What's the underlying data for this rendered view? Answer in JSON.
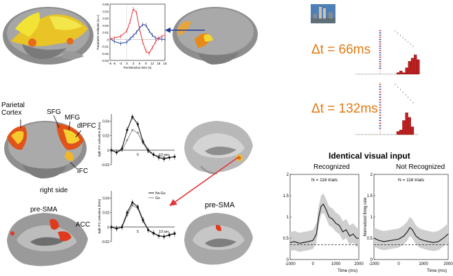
{
  "top_plot": {
    "ylabel": "Parameter estimate (a.u.)",
    "xlabel": "Peristimulus time (s)",
    "yticks": [
      "0.05",
      "0.04",
      "0.03",
      "0.02",
      "0.01",
      "0",
      "-0.01",
      "-0.02",
      "-0.03"
    ],
    "xticks": [
      "-8",
      "-6",
      "-3",
      "0",
      "3",
      "6",
      "9",
      "12",
      "15",
      "18"
    ],
    "red_series": [
      [
        -8,
        0.001
      ],
      [
        -6,
        0.002
      ],
      [
        -3,
        0.004
      ],
      [
        0,
        0.012
      ],
      [
        1.5,
        0.025
      ],
      [
        3,
        0.043
      ],
      [
        4.5,
        0.038
      ],
      [
        6,
        0.014
      ],
      [
        7.5,
        -0.004
      ],
      [
        9,
        -0.017
      ],
      [
        10.5,
        -0.02
      ],
      [
        12,
        -0.012
      ],
      [
        13.5,
        -0.004
      ],
      [
        15,
        0.002
      ],
      [
        16.5,
        0.004
      ],
      [
        18,
        0.006
      ]
    ],
    "blue_series": [
      [
        -8,
        0.001
      ],
      [
        -6,
        -0.003
      ],
      [
        -3,
        -0.006
      ],
      [
        0,
        -0.004
      ],
      [
        1.5,
        0.001
      ],
      [
        3,
        0.005
      ],
      [
        4.5,
        0.01
      ],
      [
        6,
        0.016
      ],
      [
        7.5,
        0.021
      ],
      [
        9,
        0.02
      ],
      [
        10.5,
        0.012
      ],
      [
        12,
        0.006
      ],
      [
        13.5,
        0.002
      ],
      [
        15,
        0.001
      ],
      [
        16.5,
        0.0
      ],
      [
        18,
        0.0
      ]
    ],
    "colors": {
      "red": "#e0363b",
      "blue": "#1f3a9a"
    }
  },
  "left_brain_labels": {
    "parietal": "Parietal\nCortex",
    "sfg": "SFG",
    "mfg": "MFG",
    "dlpfc": "dlPFC",
    "ifc": "IFC",
    "right_side": "right side",
    "presma": "pre-SMA",
    "acc": "ACC",
    "presma2": "pre-SMA"
  },
  "mid_plots": {
    "ylabel": "right IFC activation (beta)",
    "yticks": [
      "0.04",
      "0.02",
      "0",
      "-0.02"
    ],
    "xticks": [
      "5",
      "10 sec"
    ],
    "legend": [
      "No-Go",
      "Go"
    ],
    "nogo_top": [
      0,
      -0.003,
      0.002,
      0.028,
      0.046,
      0.036,
      0.012,
      0.0,
      -0.006,
      -0.01,
      -0.012,
      -0.01,
      -0.009
    ],
    "go_top": [
      0,
      -0.003,
      0.0,
      0.014,
      0.028,
      0.024,
      0.01,
      -0.002,
      -0.006,
      -0.008,
      -0.01,
      -0.01,
      -0.009
    ],
    "nogo_bottom": [
      0,
      -0.002,
      0.0,
      0.02,
      0.034,
      0.028,
      0.01,
      -0.004,
      -0.008,
      -0.012,
      -0.013,
      -0.011,
      -0.009
    ],
    "go_bottom": [
      0,
      -0.002,
      0.0,
      0.016,
      0.03,
      0.026,
      0.008,
      -0.004,
      -0.009,
      -0.012,
      -0.013,
      -0.01,
      -0.008
    ]
  },
  "raster": {
    "dt1": "Δt = 66ms",
    "dt2": "Δt = 132ms",
    "hist1": [
      1,
      2,
      1,
      4,
      8,
      10,
      12,
      9
    ],
    "hist2": [
      2,
      3,
      9,
      14,
      11,
      5
    ]
  },
  "firing": {
    "title": "Identical visual input",
    "left_title": "Recognized",
    "right_title": "Not Recognized",
    "n_left": "N = 116 trials",
    "n_right": "N = 116 trials",
    "ylabel": "Normalized firing rate",
    "yticks": [
      "2",
      "1.5",
      "1",
      "0.5",
      "0"
    ],
    "xticks": [
      "-1000",
      "0",
      "1000",
      "2000"
    ],
    "xlabel": "Time (ms)",
    "recognized": [
      [
        -1000,
        0.4
      ],
      [
        -800,
        0.42
      ],
      [
        -600,
        0.38
      ],
      [
        -400,
        0.4
      ],
      [
        -200,
        0.42
      ],
      [
        0,
        0.45
      ],
      [
        150,
        0.6
      ],
      [
        250,
        1.0
      ],
      [
        350,
        1.25
      ],
      [
        450,
        1.3
      ],
      [
        550,
        1.2
      ],
      [
        700,
        1.0
      ],
      [
        850,
        0.95
      ],
      [
        1000,
        0.85
      ],
      [
        1150,
        0.8
      ],
      [
        1300,
        0.65
      ],
      [
        1450,
        0.7
      ],
      [
        1600,
        0.55
      ],
      [
        1750,
        0.6
      ],
      [
        1900,
        0.5
      ],
      [
        2000,
        0.5
      ]
    ],
    "not_recognized": [
      [
        -1000,
        0.5
      ],
      [
        -800,
        0.45
      ],
      [
        -600,
        0.42
      ],
      [
        -400,
        0.44
      ],
      [
        -200,
        0.46
      ],
      [
        0,
        0.48
      ],
      [
        200,
        0.55
      ],
      [
        350,
        0.65
      ],
      [
        450,
        0.75
      ],
      [
        550,
        0.7
      ],
      [
        700,
        0.55
      ],
      [
        850,
        0.48
      ],
      [
        1000,
        0.45
      ],
      [
        1200,
        0.42
      ],
      [
        1400,
        0.4
      ],
      [
        1600,
        0.42
      ],
      [
        1800,
        0.5
      ],
      [
        2000,
        0.6
      ]
    ]
  }
}
